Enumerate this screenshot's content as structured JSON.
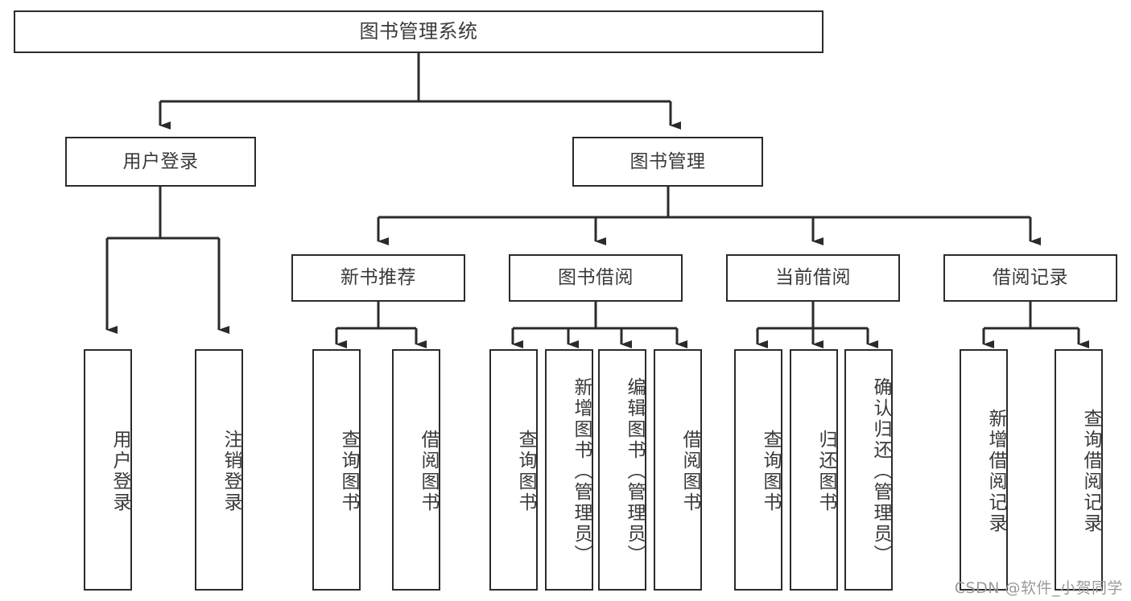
{
  "diagram": {
    "title": "图书管理系统",
    "type": "hierarchy-tree",
    "root": {
      "label": "图书管理系统"
    },
    "level2": [
      {
        "label": "用户登录"
      },
      {
        "label": "图书管理"
      }
    ],
    "level3": [
      {
        "label": "新书推荐"
      },
      {
        "label": "图书借阅"
      },
      {
        "label": "当前借阅"
      },
      {
        "label": "借阅记录"
      }
    ],
    "leaves": [
      {
        "label": "用户登录"
      },
      {
        "label": "注销登录"
      },
      {
        "label": "查询图书"
      },
      {
        "label": "借阅图书"
      },
      {
        "label": "查询图书"
      },
      {
        "label": "新增图书（管理员）"
      },
      {
        "label": "编辑图书（管理员）"
      },
      {
        "label": "借阅图书"
      },
      {
        "label": "查询图书"
      },
      {
        "label": "归还图书"
      },
      {
        "label": "确认归还（管理员）"
      },
      {
        "label": "新增借阅记录"
      },
      {
        "label": "查询借阅记录"
      }
    ],
    "watermark": "CSDN @软件_小贺同学",
    "colors": {
      "stroke": "#2b2b2b",
      "text": "#3a3a3a",
      "background": "#ffffff",
      "watermark": "#9a9a9a"
    }
  }
}
